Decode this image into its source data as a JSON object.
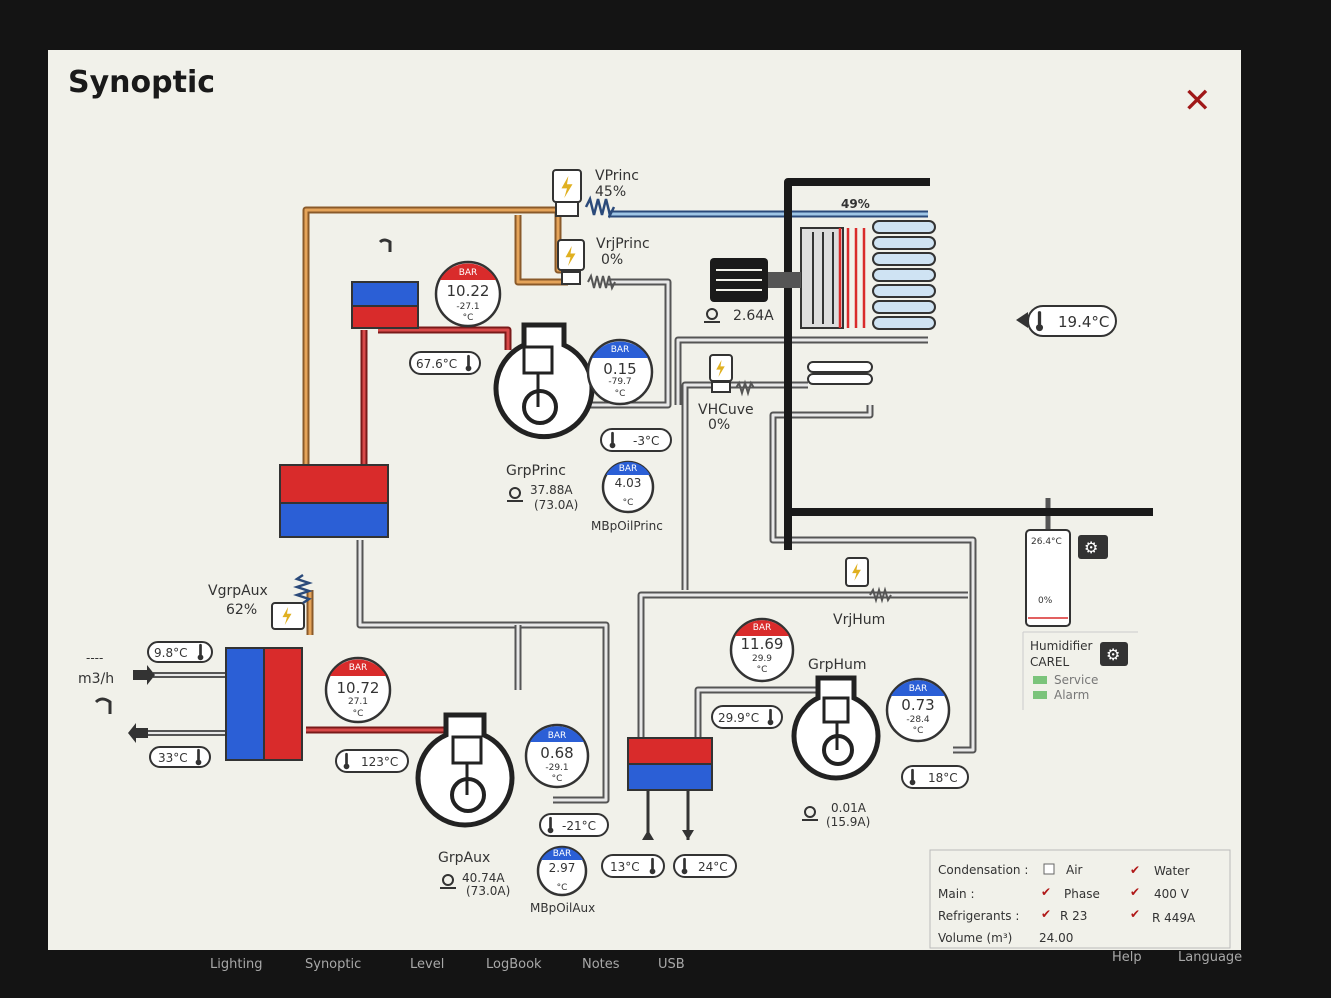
{
  "title": "Synoptic",
  "close_glyph": "✕",
  "components": {
    "vprinc": {
      "name": "VPrinc",
      "value": "45%"
    },
    "vrjprinc": {
      "name": "VrjPrinc",
      "value": "0%"
    },
    "fan": {
      "percent": "49%",
      "current": "2.64A"
    },
    "ambient_temp": "19.4°C",
    "hp_princ": {
      "unit": "BAR",
      "pressure": "10.22",
      "sat": "-27.1",
      "sat_unit": "°C"
    },
    "discharge_temp_princ": "67.6°C",
    "lp_princ": {
      "unit": "BAR",
      "pressure": "0.15",
      "sat": "-79.7",
      "sat_unit": "°C"
    },
    "suction_temp_princ": "-3°C",
    "grp_princ": {
      "name": "GrpPrinc",
      "current": "37.88A",
      "rated": "(73.0A)"
    },
    "oil_princ": {
      "name": "MBpOilPrinc",
      "unit": "BAR",
      "pressure": "4.03",
      "sat_unit": "°C"
    },
    "vhcuve": {
      "name": "VHCuve",
      "value": "0%"
    },
    "vgrpaux": {
      "name": "VgrpAux",
      "value": "62%"
    },
    "water_in_temp": "9.8°C",
    "flow": {
      "value": "----",
      "unit": "m3/h"
    },
    "water_out_temp": "33°C",
    "hp_aux": {
      "unit": "BAR",
      "pressure": "10.72",
      "sat": "27.1",
      "sat_unit": "°C"
    },
    "discharge_temp_aux": "123°C",
    "lp_aux": {
      "unit": "BAR",
      "pressure": "0.68",
      "sat": "-29.1",
      "sat_unit": "°C"
    },
    "suction_temp_aux": "-21°C",
    "grp_aux": {
      "name": "GrpAux",
      "current": "40.74A",
      "rated": "(73.0A)"
    },
    "oil_aux": {
      "name": "MBpOilAux",
      "unit": "BAR",
      "pressure": "2.97",
      "sat_unit": "°C"
    },
    "vrjhum": {
      "name": "VrjHum"
    },
    "hp_hum": {
      "unit": "BAR",
      "pressure": "11.69",
      "sat": "29.9",
      "sat_unit": "°C"
    },
    "grp_hum": {
      "name": "GrpHum",
      "current": "0.01A",
      "rated": "(15.9A)"
    },
    "discharge_temp_hum": "29.9°C",
    "lp_hum": {
      "unit": "BAR",
      "pressure": "0.73",
      "sat": "-28.4",
      "sat_unit": "°C"
    },
    "suction_temp_hum": "18°C",
    "hum_water_in": "13°C",
    "hum_water_out": "24°C",
    "humidifier": {
      "temp": "26.4°C",
      "level": "0%",
      "level_fraction": 0,
      "name": "Humidifier",
      "brand": "CAREL",
      "service": "Service",
      "alarm": "Alarm"
    }
  },
  "info": {
    "condensation_label": "Condensation :",
    "air": "Air",
    "water": "Water",
    "main_label": "Main :",
    "phase": "Phase",
    "voltage": "400 V",
    "refrigerants_label": "Refrigerants :",
    "ref1": "R 23",
    "ref2": "R 449A",
    "volume_label": "Volume (m³)",
    "volume": "24.00",
    "checkmark": "✔"
  },
  "nav": [
    "Lighting",
    "Synoptic",
    "Level",
    "LogBook",
    "Notes",
    "USB",
    "Help",
    "Language"
  ],
  "colors": {
    "hot": "#d92b2b",
    "cold": "#2b5fd6",
    "orange": "#d98a3a",
    "liquid": "#9fc6e6",
    "green": "#7bc47b"
  }
}
